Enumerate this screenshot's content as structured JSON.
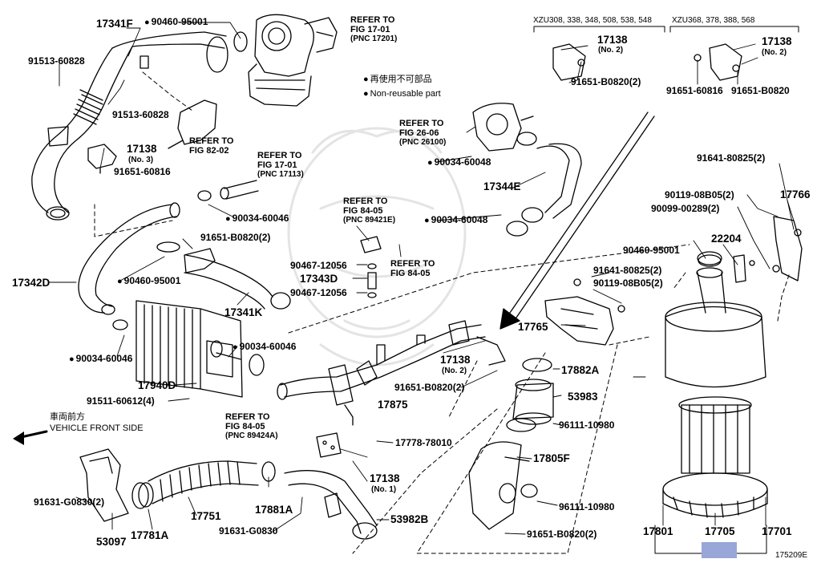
{
  "legend": {
    "line1": "再使用不可部品",
    "line2": "Non-reusable part"
  },
  "front": {
    "jp": "車両前方",
    "en": "VEHICLE FRONT SIDE"
  },
  "variants": {
    "left_models": "XZU308, 338, 348, 508, 538, 548",
    "right_models": "XZU368, 378, 388, 568"
  },
  "figure_number": "175209E",
  "refs": {
    "r1": {
      "a": "REFER TO",
      "b": "FIG 17-01",
      "c": "(PNC 17201)"
    },
    "r2": {
      "a": "REFER TO",
      "b": "FIG 82-02"
    },
    "r3": {
      "a": "REFER TO",
      "b": "FIG 17-01",
      "c": "(PNC 17113)"
    },
    "r4": {
      "a": "REFER TO",
      "b": "FIG 26-06",
      "c": "(PNC 26100)"
    },
    "r5": {
      "a": "REFER TO",
      "b": "FIG 84-05",
      "c": "(PNC 89421E)"
    },
    "r6": {
      "a": "REFER TO",
      "b": "FIG 84-05"
    },
    "r7": {
      "a": "REFER TO",
      "b": "FIG 84-05",
      "c": "(PNC 89424A)"
    }
  },
  "parts": {
    "p17341F": "17341F",
    "p90460_95001a": "90460-95001",
    "p91513_60828a": "91513-60828",
    "p91513_60828b": "91513-60828",
    "p17138_no3": "17138",
    "p17138_no3_sub": "(No. 3)",
    "p91651_60816a": "91651-60816",
    "p90034_60046a": "90034-60046",
    "p91651_B0820_2a": "91651-B0820(2)",
    "p90460_95001b": "90460-95001",
    "p17342D": "17342D",
    "p17341K": "17341K",
    "p90034_60046b": "90034-60046",
    "p90034_60046c": "90034-60046",
    "p17940D": "17940D",
    "p91511_60612": "91511-60612(4)",
    "p90467_12056a": "90467-12056",
    "p17343D": "17343D",
    "p90467_12056b": "90467-12056",
    "p90034_60048a": "90034-60048",
    "p17344E": "17344E",
    "p90034_60048b": "90034-60048",
    "p17138_no2a": "17138",
    "p17138_no2a_sub": "(No. 2)",
    "p91651_B0820_2b": "91651-B0820(2)",
    "p17138_no2b": "17138",
    "p17138_no2b_sub": "(No. 2)",
    "p91651_60816b": "91651-60816",
    "p91651_B0820": "91651-B0820",
    "p91641_80825_2a": "91641-80825(2)",
    "p90119_08B05_2a": "90119-08B05(2)",
    "p90099_00289": "90099-00289(2)",
    "p17766": "17766",
    "p22204": "22204",
    "p90460_95001c": "90460-95001",
    "p91641_80825_2b": "91641-80825(2)",
    "p90119_08B05_2b": "90119-08B05(2)",
    "p17765": "17765",
    "p17138_no2c": "17138",
    "p17138_no2c_sub": "(No. 2)",
    "p91651_B0820_2c": "91651-B0820(2)",
    "p17875": "17875",
    "p17882A": "17882A",
    "p53983": "53983",
    "p96111_10980a": "96111-10980",
    "p17805F": "17805F",
    "p96111_10980b": "96111-10980",
    "p91651_B0820_2d": "91651-B0820(2)",
    "p17778_78010": "17778-78010",
    "p17138_no1": "17138",
    "p17138_no1_sub": "(No. 1)",
    "p53982B": "53982B",
    "p17881A": "17881A",
    "p91631_G0830": "91631-G0830",
    "p17751": "17751",
    "p17781A": "17781A",
    "p53097": "53097",
    "p91631_G0830_2": "91631-G0830(2)",
    "p17801": "17801",
    "p17705": "17705",
    "p17701": "17701"
  },
  "colors": {
    "line": "#000000",
    "highlight": "#98a6d8",
    "watermark": "#e6e6e6"
  }
}
